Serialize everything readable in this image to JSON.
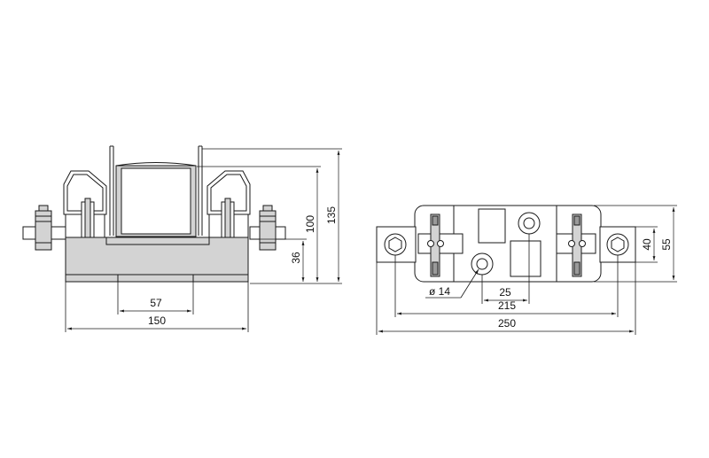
{
  "side_view": {
    "dimensions": {
      "base_width": "150",
      "contact_spacing": "57",
      "height_total": "135",
      "height_cartridge": "100",
      "height_base": "36"
    }
  },
  "top_view": {
    "dimensions": {
      "total_length": "250",
      "hole_spacing": "215",
      "center_offset": "25",
      "hole_diameter": "ø 14",
      "plate_width": "55",
      "terminal_width": "40"
    }
  }
}
